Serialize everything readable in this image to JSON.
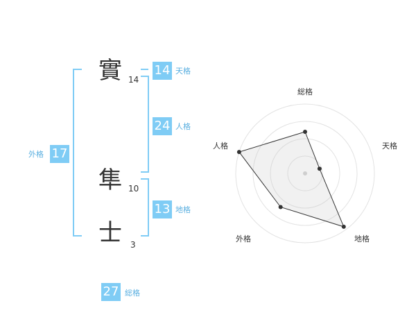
{
  "name": {
    "chars": [
      {
        "char": "實",
        "strokes": "14"
      },
      {
        "char": "隼",
        "strokes": "10"
      },
      {
        "char": "士",
        "strokes": "3"
      }
    ]
  },
  "fortune": {
    "tenkaku": {
      "label": "天格",
      "value": "14"
    },
    "jinkaku": {
      "label": "人格",
      "value": "24"
    },
    "chikaku": {
      "label": "地格",
      "value": "13"
    },
    "gaikaku": {
      "label": "外格",
      "value": "17"
    },
    "soukaku": {
      "label": "総格",
      "value": "27"
    }
  },
  "colors": {
    "accent": "#7fccf5",
    "bracket": "#7fccf5",
    "label": "#5aafe0",
    "text": "#333333"
  },
  "chart_data": {
    "type": "radar",
    "axes": [
      "総格",
      "天格",
      "地格",
      "外格",
      "人格"
    ],
    "values": [
      0.6,
      0.22,
      0.95,
      0.6,
      1.0
    ],
    "rmax": 1.0,
    "rings": 4
  }
}
